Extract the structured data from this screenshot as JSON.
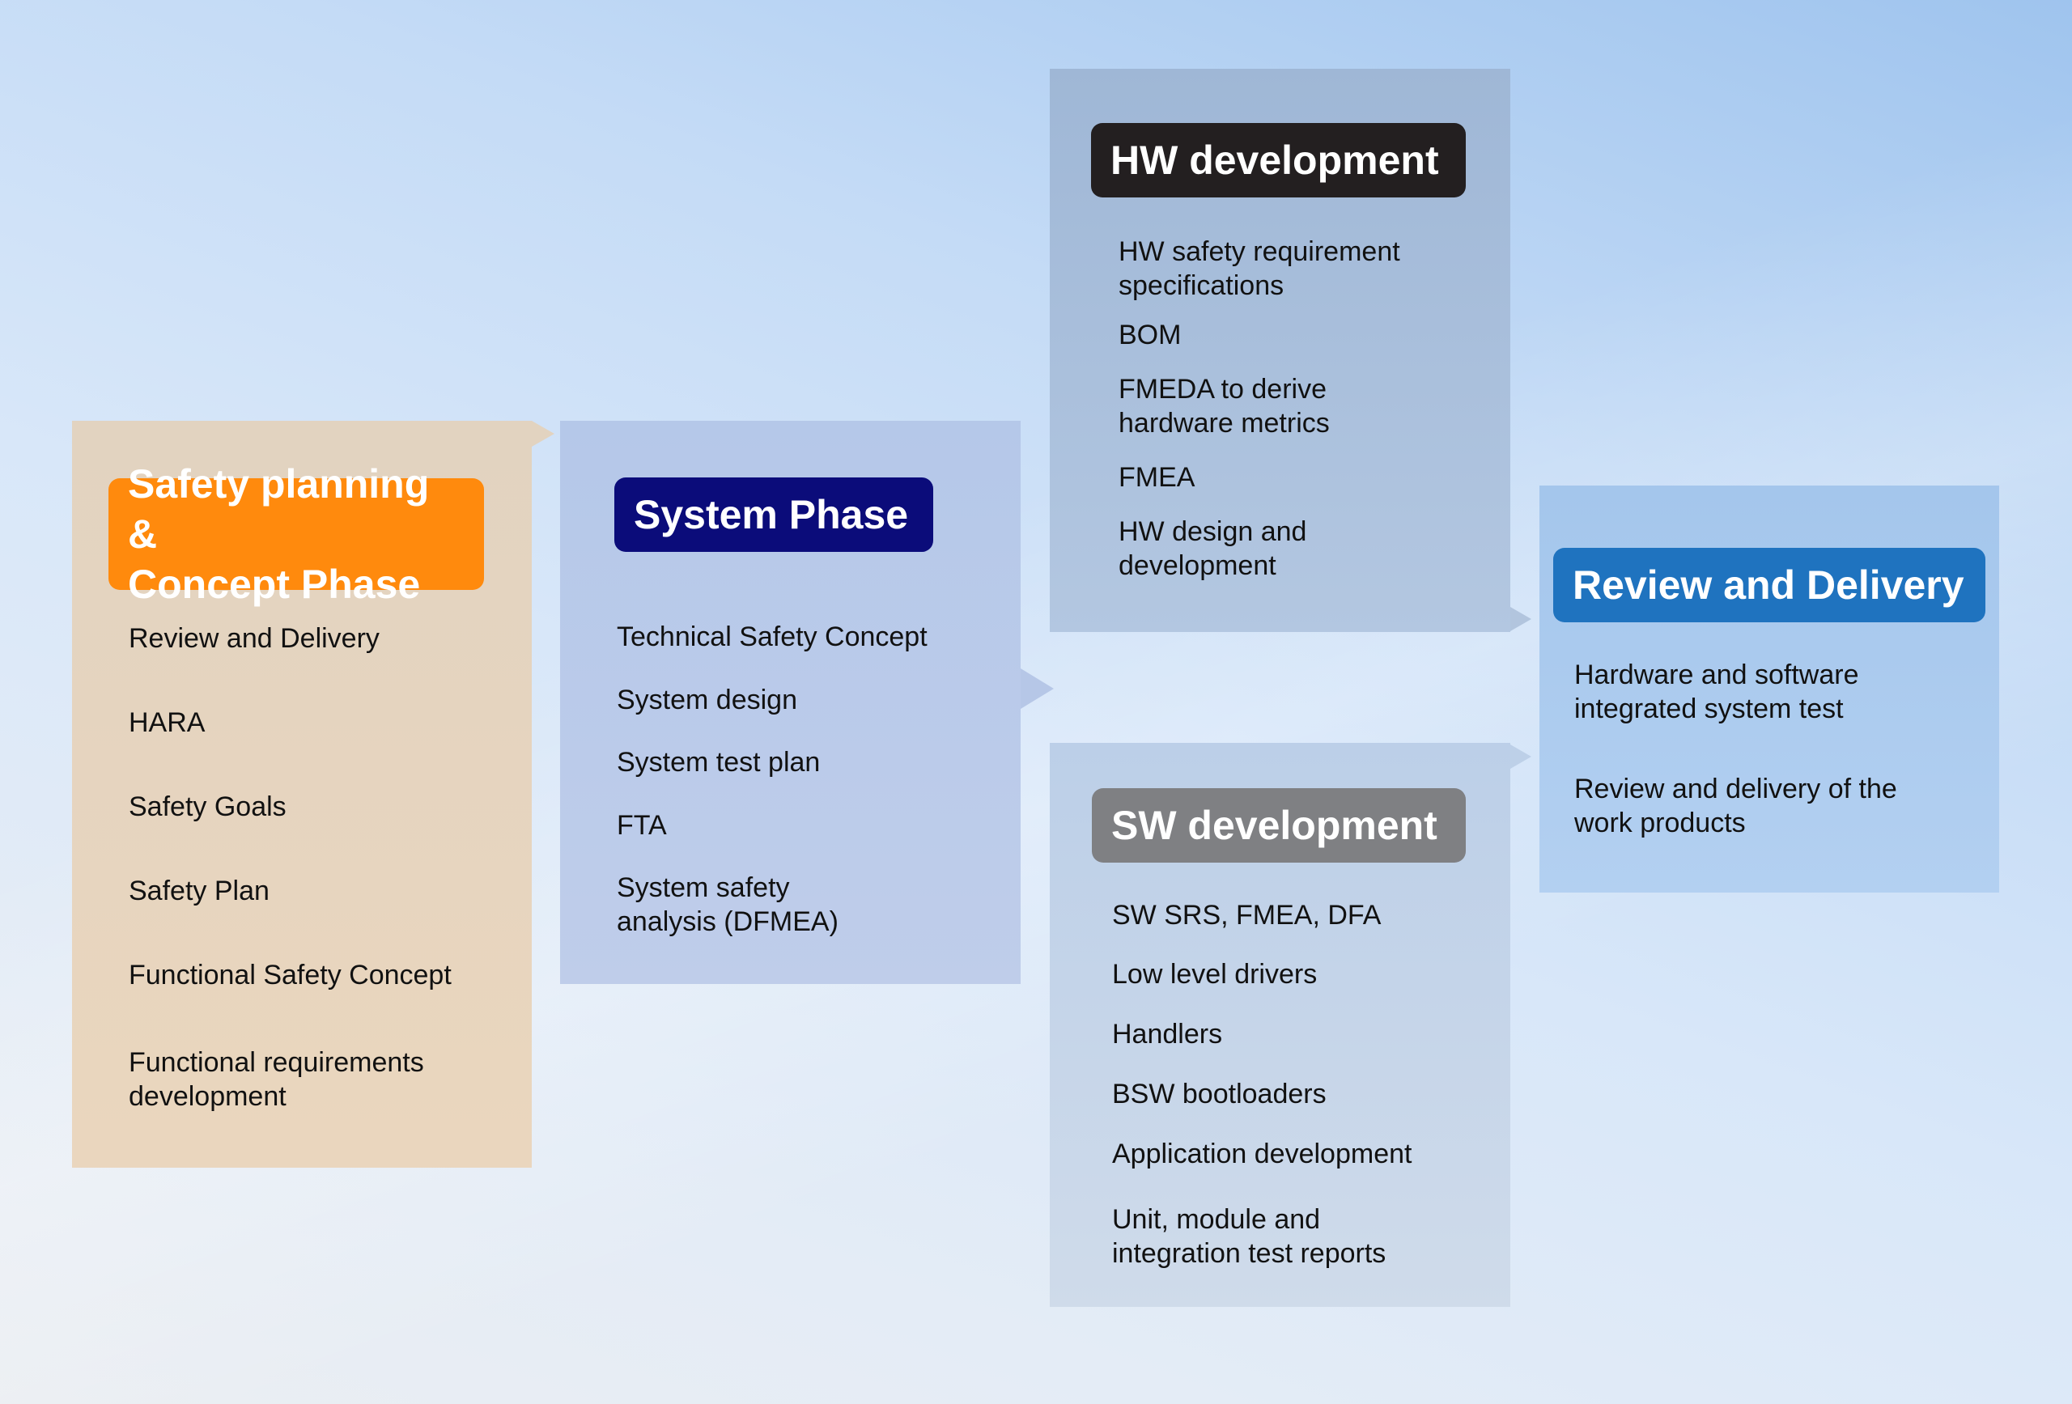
{
  "diagram": {
    "colors": {
      "safety_header": "#ff8a0d",
      "system_header": "#0b0c7a",
      "hw_header": "#231f20",
      "sw_header": "#7f8083",
      "review_header": "#1f73bf",
      "safety_panel": "#e2d3c0",
      "system_panel": "#b5c8e9",
      "hw_panel": "#a6bcda",
      "sw_panel": "#c4d4ea",
      "review_panel": "#a9caee"
    },
    "phases": {
      "safety": {
        "title": "Safety planning &\nConcept Phase",
        "items": [
          "Review and Delivery",
          "HARA",
          "Safety Goals",
          "Safety Plan",
          "Functional Safety Concept",
          "Functional requirements\ndevelopment"
        ]
      },
      "system": {
        "title": "System Phase",
        "items": [
          "Technical Safety Concept",
          "System design",
          "System test plan",
          "FTA",
          "System safety\nanalysis (DFMEA)"
        ]
      },
      "hw": {
        "title": "HW development",
        "items": [
          "HW safety requirement\nspecifications",
          "BOM",
          "FMEDA to derive\nhardware metrics",
          "FMEA",
          "HW design and\ndevelopment"
        ]
      },
      "sw": {
        "title": "SW development",
        "items": [
          "SW SRS, FMEA, DFA",
          "Low level drivers",
          "Handlers",
          "BSW bootloaders",
          "Application development",
          "Unit, module and\nintegration test reports"
        ]
      },
      "review": {
        "title": "Review and Delivery",
        "items": [
          "Hardware and software\nintegrated system test",
          "Review and delivery of the\nwork products"
        ]
      }
    },
    "connections": [
      {
        "from": "safety",
        "to": "system"
      },
      {
        "from": "system",
        "to": "hw"
      },
      {
        "from": "system",
        "to": "sw"
      },
      {
        "from": "hw",
        "to": "review"
      },
      {
        "from": "sw",
        "to": "review"
      }
    ]
  }
}
